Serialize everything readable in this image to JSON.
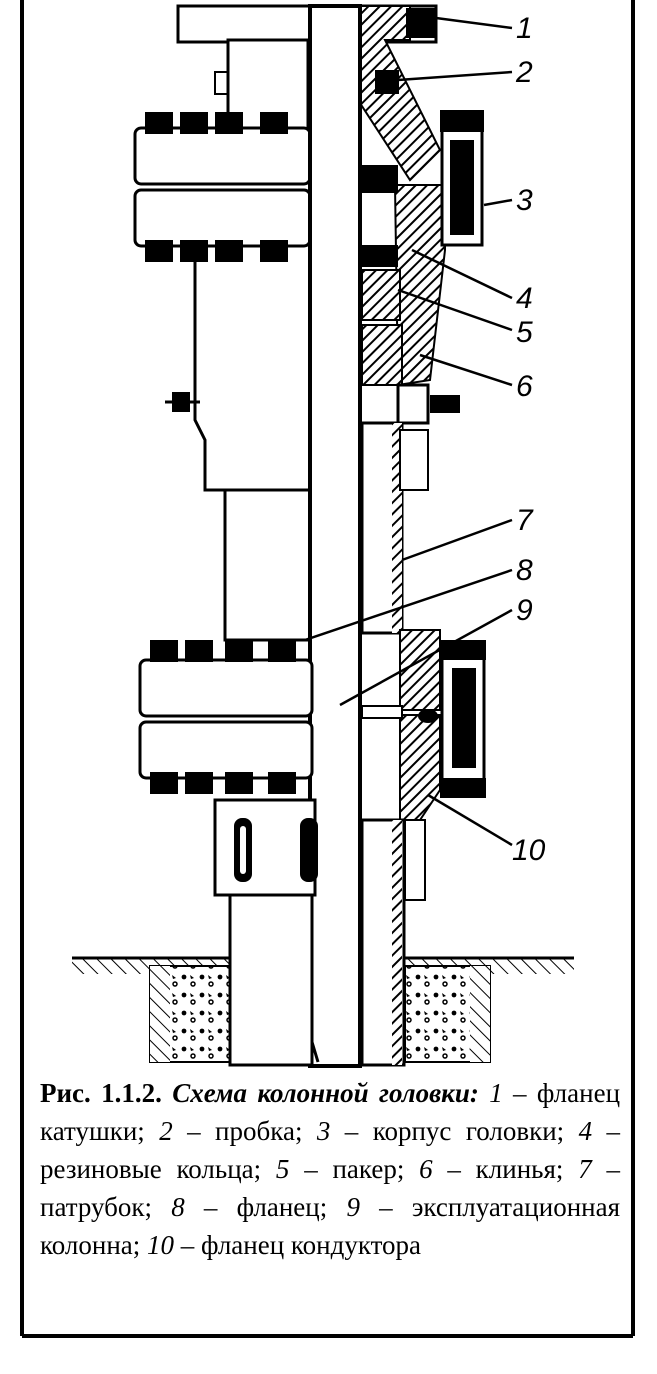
{
  "callouts": [
    {
      "n": "1"
    },
    {
      "n": "2"
    },
    {
      "n": "3"
    },
    {
      "n": "4"
    },
    {
      "n": "5"
    },
    {
      "n": "6"
    },
    {
      "n": "7"
    },
    {
      "n": "8"
    },
    {
      "n": "9"
    },
    {
      "n": "10"
    }
  ],
  "caption": {
    "prefix": "Рис. 1.1.2.",
    "title": "Схема колонной головки:",
    "legend": [
      {
        "num": "1",
        "text": "фланец катушки"
      },
      {
        "num": "2",
        "text": "пробка"
      },
      {
        "num": "3",
        "text": "корпус головки"
      },
      {
        "num": "4",
        "text": "резиновые кольца"
      },
      {
        "num": "5",
        "text": "пакер"
      },
      {
        "num": "6",
        "text": "клинья"
      },
      {
        "num": "7",
        "text": "патрубок"
      },
      {
        "num": "8",
        "text": "фланец"
      },
      {
        "num": "9",
        "text": "эксплуатационная колон­на"
      },
      {
        "num": "10",
        "text": "фланец кондуктора"
      }
    ]
  },
  "colors": {
    "ink": "#000000",
    "paper": "#ffffff"
  }
}
